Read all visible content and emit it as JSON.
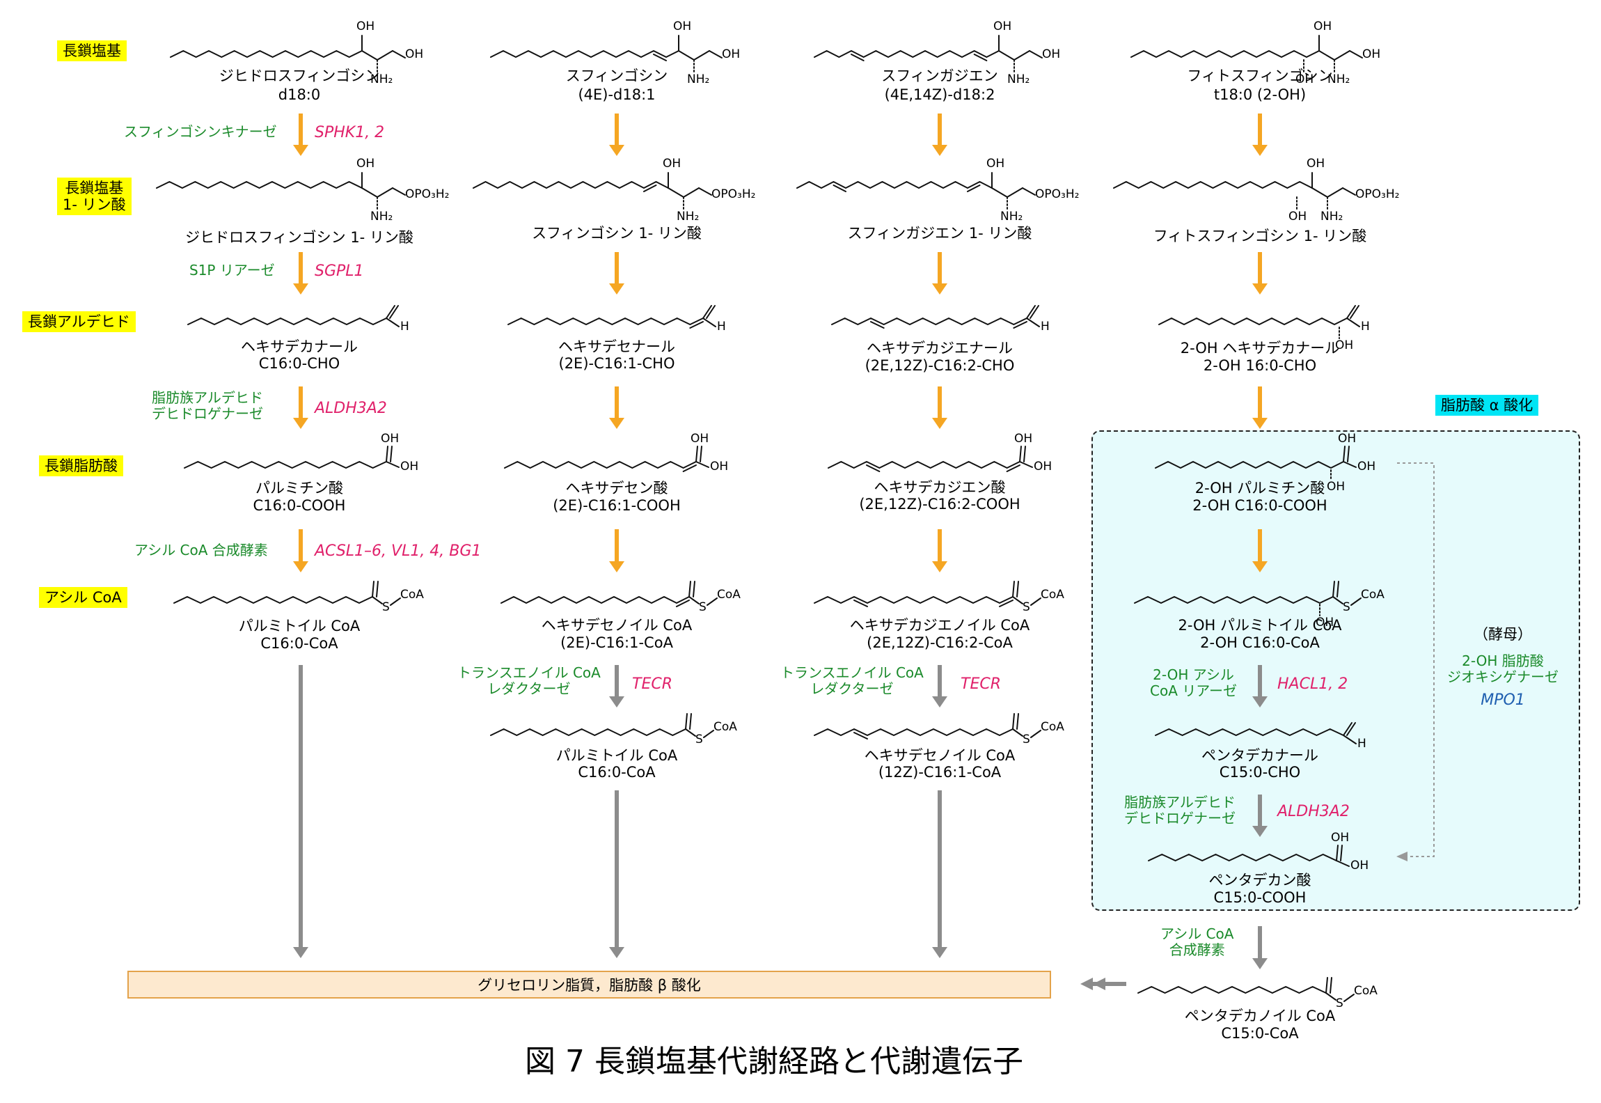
{
  "title": "図 7 長鎖塩基代謝経路と代謝遺伝子",
  "row_labels": {
    "lcb": "長鎖塩基",
    "lcbp": [
      "長鎖塩基",
      "1- リン酸"
    ],
    "aldehyde": "長鎖アルデヒド",
    "fatty_acid": "長鎖脂肪酸",
    "acyl_coa": "アシル CoA"
  },
  "alpha_label": "脂肪酸 α 酸化",
  "atoms": {
    "oh": "OH",
    "nh2": "NH₂",
    "opo3h2": "OPO₃H₂",
    "h": "H",
    "s": "S",
    "coa": "CoA"
  },
  "col1": {
    "lcb_name": "ジヒドロスフィンゴシン",
    "lcb_sub": "d18:0",
    "lcbp_name": "ジヒドロスフィンゴシン 1- リン酸",
    "ald_name": "ヘキサデカナール",
    "ald_sub": "C16:0-CHO",
    "fa_name": "パルミチン酸",
    "fa_sub": "C16:0-COOH",
    "coa_name": "パルミトイル CoA",
    "coa_sub": "C16:0-CoA"
  },
  "col2": {
    "lcb_name": "スフィンゴシン",
    "lcb_sub": "(4E)-d18:1",
    "lcbp_name": "スフィンゴシン 1- リン酸",
    "ald_name": "ヘキサデセナール",
    "ald_sub": "(2E)-C16:1-CHO",
    "fa_name": "ヘキサデセン酸",
    "fa_sub": "(2E)-C16:1-COOH",
    "coa_name": "ヘキサデセノイル CoA",
    "coa_sub": "(2E)-C16:1-CoA",
    "red_name": "パルミトイル CoA",
    "red_sub": "C16:0-CoA"
  },
  "col3": {
    "lcb_name": "スフィンガジエン",
    "lcb_sub": "(4E,14Z)-d18:2",
    "lcbp_name": "スフィンガジエン 1- リン酸",
    "ald_name": "ヘキサデカジエナール",
    "ald_sub": "(2E,12Z)-C16:2-CHO",
    "fa_name": "ヘキサデカジエン酸",
    "fa_sub": "(2E,12Z)-C16:2-COOH",
    "coa_name": "ヘキサデカジエノイル CoA",
    "coa_sub": "(2E,12Z)-C16:2-CoA",
    "red_name": "ヘキサデセノイル CoA",
    "red_sub": "(12Z)-C16:1-CoA"
  },
  "col4": {
    "lcb_name": "フィトスフィンゴシン",
    "lcb_sub": "t18:0 (2-OH)",
    "lcbp_name": "フィトスフィンゴシン 1- リン酸",
    "ald_name": "2-OH ヘキサデカナール",
    "ald_sub": "2-OH 16:0-CHO",
    "fa_name": "2-OH パルミチン酸",
    "fa_sub": "2-OH C16:0-COOH",
    "coa_name": "2-OH パルミトイル CoA",
    "coa_sub": "2-OH C16:0-CoA",
    "c15ald_name": "ペンタデカナール",
    "c15ald_sub": "C15:0-CHO",
    "c15fa_name": "ペンタデカン酸",
    "c15fa_sub": "C15:0-COOH",
    "c15coa_name": "ペンタデカノイル CoA",
    "c15coa_sub": "C15:0-CoA"
  },
  "enzymes": {
    "sphk": "スフィンゴシンキナーゼ",
    "sphk_gene": "SPHK1, 2",
    "s1pl": "S1P リアーゼ",
    "s1pl_gene": "SGPL1",
    "faldh": [
      "脂肪族アルデヒド",
      "デヒドロゲナーゼ"
    ],
    "faldh_gene": "ALDH3A2",
    "acs": "アシル CoA 合成酵素",
    "acs_gene": "ACSL1–6, VL1, 4, BG1",
    "ter_a": [
      "トランスエノイル CoA",
      "レダクターゼ"
    ],
    "ter_a_gene": "TECR",
    "ter_b": [
      "トランスエノイル CoA",
      "レダクターゼ"
    ],
    "ter_b_gene": "TECR",
    "hacl": [
      "2-OH アシル",
      "CoA リアーゼ"
    ],
    "hacl_gene": "HACL1, 2",
    "faldh2": [
      "脂肪族アルデヒド",
      "デヒドロゲナーゼ"
    ],
    "faldh2_gene": "ALDH3A2",
    "yeast": "（酵母）",
    "mpo": [
      "2-OH 脂肪酸",
      "ジオキシゲナーゼ"
    ],
    "mpo_gene": "MPO1",
    "acs2": [
      "アシル CoA",
      "合成酵素"
    ]
  },
  "destination": "グリセロリン脂質，脂肪酸 β 酸化",
  "colors": {
    "orange_arrow": "#f5a623",
    "gray_arrow": "#8c8c8c",
    "enzyme_green": "#1a8a2a",
    "gene_magenta": "#e0206a",
    "gene_blue": "#1f5fb0",
    "label_yellow": "#ffff00",
    "label_cyan": "#00e5f5"
  }
}
